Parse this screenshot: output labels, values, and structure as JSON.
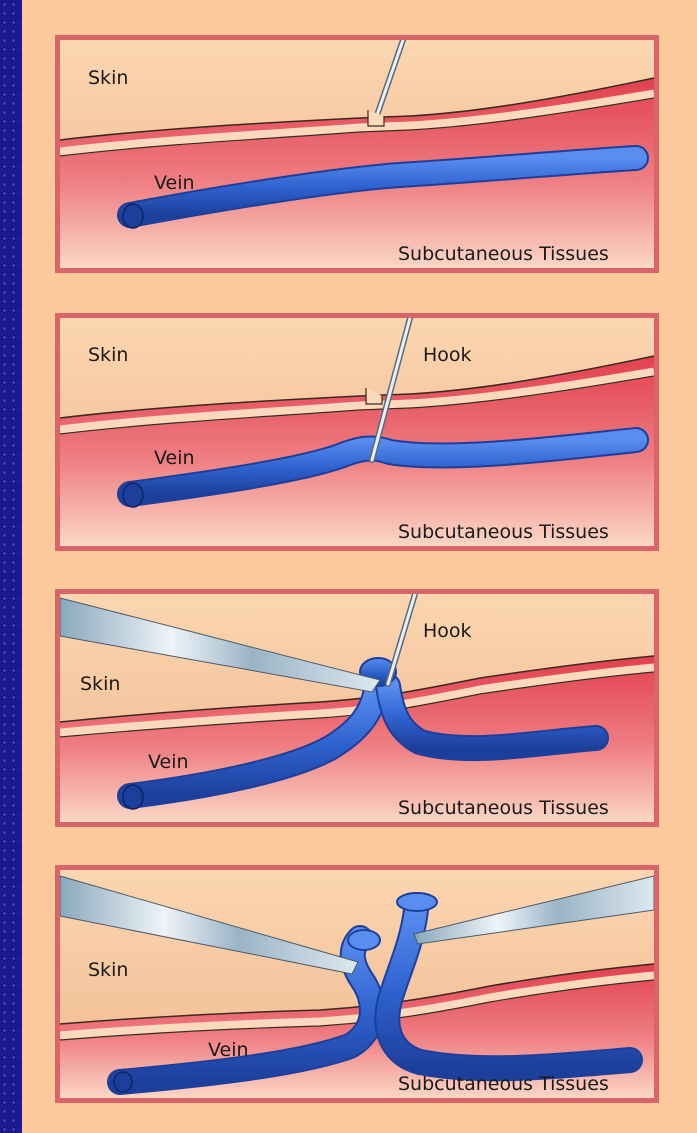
{
  "panels": [
    {
      "skin_label": "Skin",
      "vein_label": "Vein",
      "tissue_label": "Subcutaneous Tissues"
    },
    {
      "skin_label": "Skin",
      "hook_label": "Hook",
      "vein_label": "Vein",
      "tissue_label": "Subcutaneous Tissues"
    },
    {
      "skin_label": "Skin",
      "hook_label": "Hook",
      "vein_label": "Vein",
      "tissue_label": "Subcutaneous Tissues"
    },
    {
      "skin_label": "Skin",
      "vein_label": "Vein",
      "tissue_label": "Subcutaneous Tissues"
    }
  ],
  "colors": {
    "background": "#1a1a8c",
    "sheet": "#fbc99a",
    "frame": "#d9646a",
    "skin": "#f6cfa6",
    "tissue": "#e8505c",
    "vein": "#2f63d0"
  }
}
